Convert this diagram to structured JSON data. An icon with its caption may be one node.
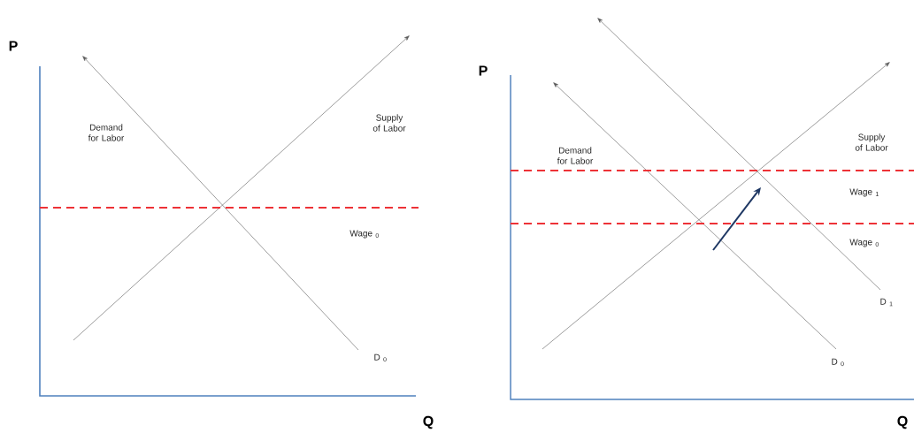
{
  "diagram": {
    "labels": [
      "P",
      "Demand for Labor",
      "Supply of Labor",
      "Wage $_{0}$",
      "D $_{0}$",
      "Q",
      "P",
      "Demand for Labor",
      "Supply of Labor",
      "Wage $_{1}$",
      "Wage $_{0}$",
      "D $_{1}$",
      "D $_{0}$",
      "Q"
    ]
  }
}
